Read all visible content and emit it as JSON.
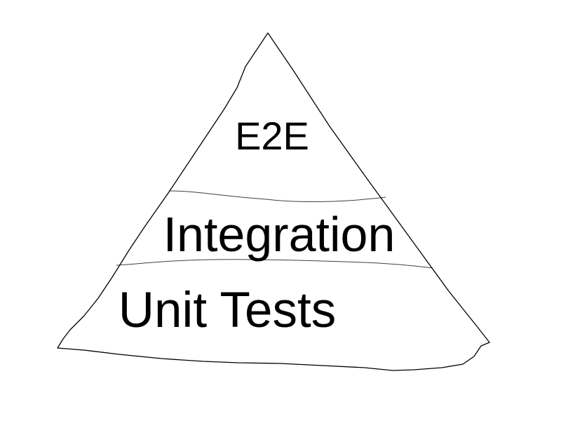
{
  "diagram": {
    "type": "pyramid",
    "tiers": [
      {
        "id": "e2e",
        "label": "E2E"
      },
      {
        "id": "integration",
        "label": "Integration"
      },
      {
        "id": "unit",
        "label": "Unit Tests"
      }
    ],
    "colors": {
      "background": "#ffffff",
      "stroke": "#000000",
      "text": "#000000"
    }
  }
}
